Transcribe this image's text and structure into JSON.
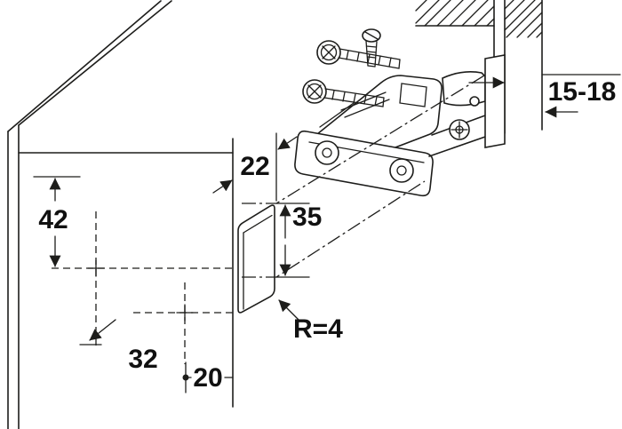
{
  "drawing": {
    "colors": {
      "line": "#1d1d1b",
      "background": "#ffffff"
    },
    "dims": {
      "front_thickness": "15-18",
      "recess_setback": "22",
      "top_offset": "42",
      "recess_length": "35",
      "side_offset": "32",
      "edge_offset": "20",
      "corner_radius": "R=4"
    }
  }
}
